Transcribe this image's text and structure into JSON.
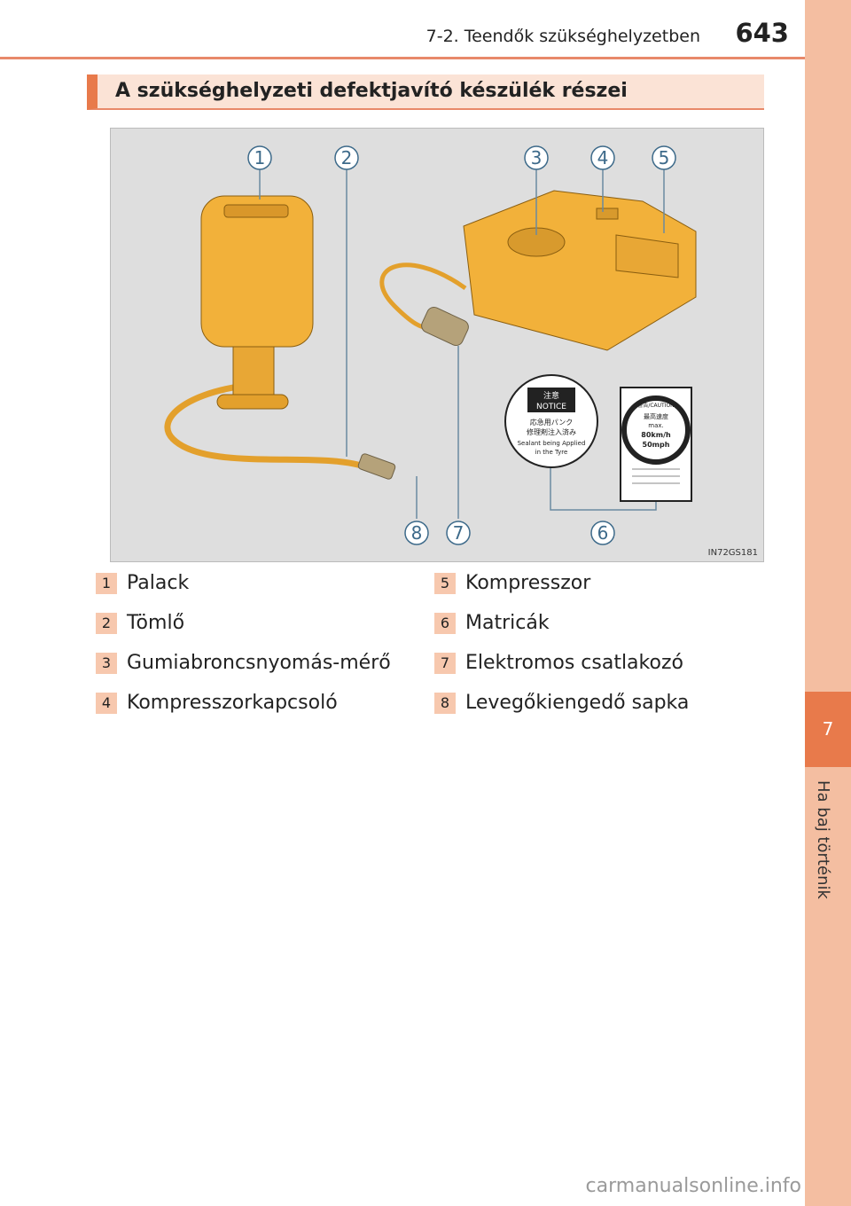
{
  "header": {
    "title": "7-2. Teendők szükséghelyzetben",
    "page_number": "643"
  },
  "sidebar": {
    "chapter_number": "7",
    "chapter_title": "Ha baj történik"
  },
  "section": {
    "title": "A szükséghelyzeti defektjavító készülék részei"
  },
  "figure": {
    "code": "IN72GS181",
    "callouts": [
      "1",
      "2",
      "3",
      "4",
      "5",
      "6",
      "7",
      "8"
    ],
    "sticker_notice": {
      "head": "注意",
      "head_en": "NOTICE",
      "line1": "応急用パンク",
      "line2": "修理剤注入済み",
      "line3": "Sealant being Applied",
      "line4": "in the Tyre"
    },
    "sticker_caution": {
      "head": "警告/CAUTION",
      "line1": "最高速度",
      "line2": "max.",
      "line3": "80km/h",
      "line4": "50mph"
    }
  },
  "legend": [
    {
      "num": "1",
      "label": "Palack"
    },
    {
      "num": "2",
      "label": "Tömlő"
    },
    {
      "num": "3",
      "label": "Gumiabroncsnyomás-mérő"
    },
    {
      "num": "4",
      "label": "Kompresszorkapcsoló"
    },
    {
      "num": "5",
      "label": "Kompresszor"
    },
    {
      "num": "6",
      "label": "Matricák"
    },
    {
      "num": "7",
      "label": "Elektromos csatlakozó"
    },
    {
      "num": "8",
      "label": "Levegőkiengedő sapka"
    }
  ],
  "watermark": "carmanualsonline.info",
  "colors": {
    "accent": "#e87a4b",
    "sidebar": "#f4bea1",
    "device": "#f2b13a"
  }
}
